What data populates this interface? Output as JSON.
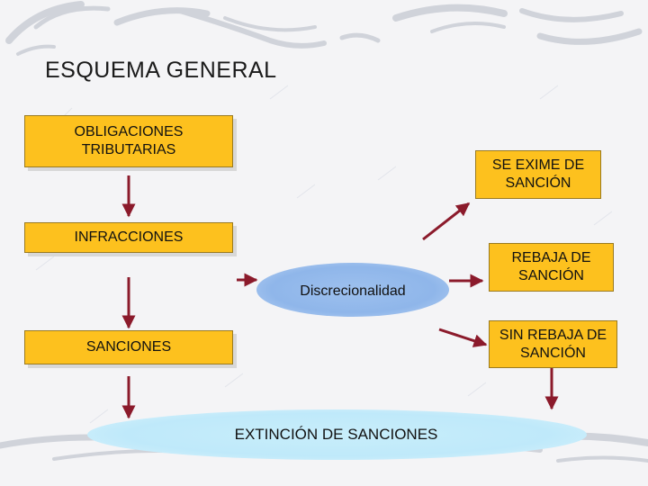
{
  "title": "ESQUEMA GENERAL",
  "boxes": {
    "obligaciones": "OBLIGACIONES TRIBUTARIAS",
    "infracciones": "INFRACCIONES",
    "sanciones": "SANCIONES",
    "se_exime": "SE EXIME DE SANCIÓN",
    "rebaja": "REBAJA DE SANCIÓN",
    "sin_rebaja": "SIN REBAJA DE SANCIÓN"
  },
  "ellipses": {
    "discrecionalidad": "Discrecionalidad",
    "extincion": "EXTINCIÓN DE SANCIONES"
  },
  "colors": {
    "box_fill": "#fdc11e",
    "arrow": "#8b1a2b",
    "discrecionalidad_fill": "#8fb6ea",
    "extincion_fill": "#bfe9fa"
  }
}
